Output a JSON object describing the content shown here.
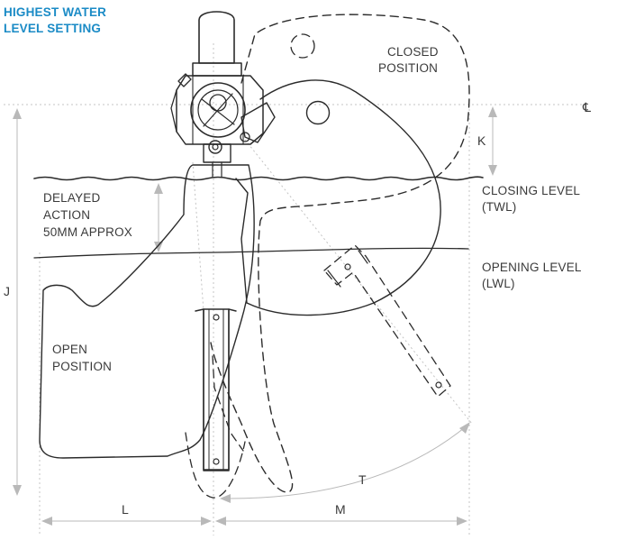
{
  "colors": {
    "title": "#1b8bc6",
    "ink": "#2b2b2b",
    "dimension": "#b9b9b9",
    "guide": "#c4c4c4"
  },
  "title": {
    "line1": "HIGHEST WATER",
    "line2": "LEVEL SETTING"
  },
  "labels": {
    "closed_position": [
      "CLOSED",
      "POSITION"
    ],
    "closing_level": [
      "CLOSING LEVEL",
      "(TWL)"
    ],
    "opening_level": [
      "OPENING LEVEL",
      "(LWL)"
    ],
    "delayed_action": [
      "DELAYED",
      "ACTION",
      "50MM APPROX"
    ],
    "open_position": [
      "OPEN",
      "POSITION"
    ],
    "centerline_symbol": "℄"
  },
  "dimensions": {
    "J": "J",
    "K": "K",
    "L": "L",
    "M": "M",
    "T": "T"
  }
}
